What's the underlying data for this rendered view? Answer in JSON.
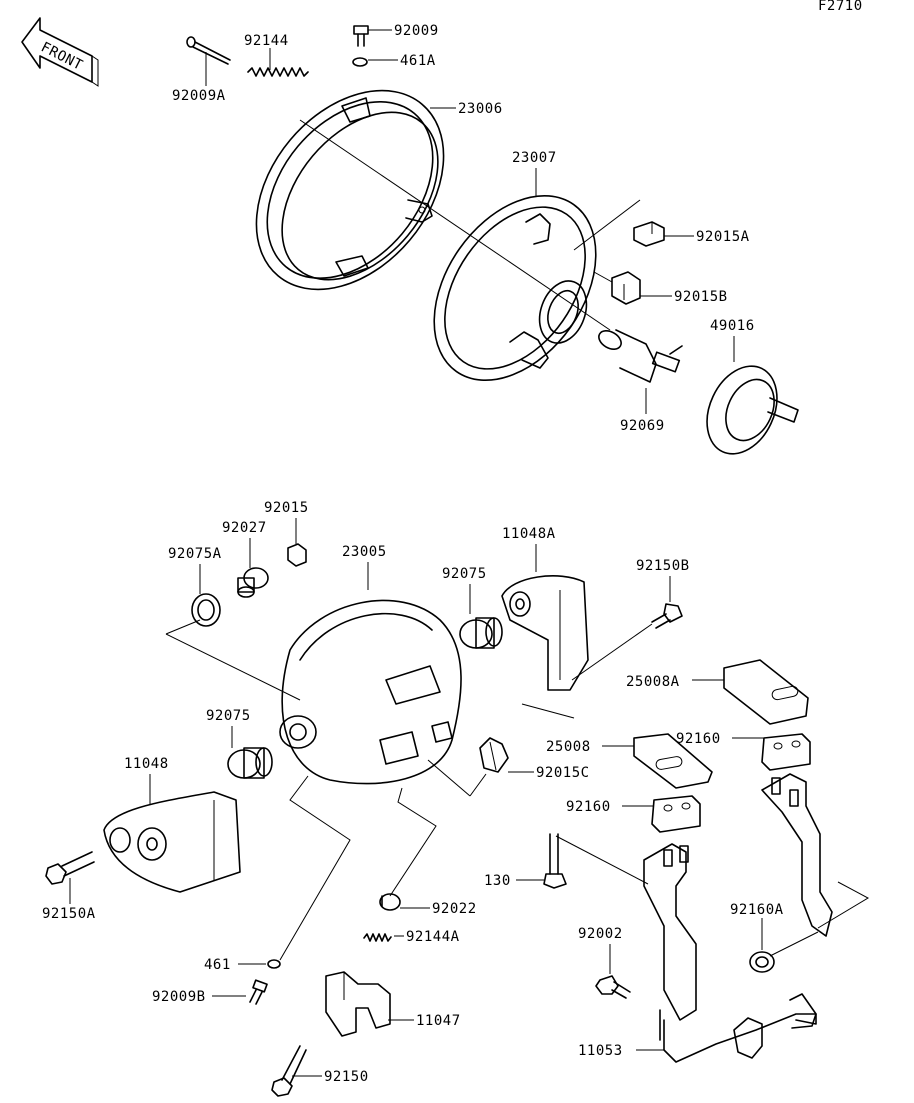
{
  "figure_code": "F2710",
  "front_label": "FRONT",
  "labels": {
    "p92009": "92009",
    "p92144": "92144",
    "p461A": "461A",
    "p92009A": "92009A",
    "p23006": "23006",
    "p23007": "23007",
    "p92015A": "92015A",
    "p92015B": "92015B",
    "p49016": "49016",
    "p92069": "92069",
    "p92015": "92015",
    "p92027": "92027",
    "p92075A": "92075A",
    "p23005": "23005",
    "p11048A": "11048A",
    "p92075a": "92075",
    "p92150B": "92150B",
    "p25008A": "25008A",
    "p92075b": "92075",
    "p11048": "11048",
    "p25008": "25008",
    "p92160a": "92160",
    "p92015C": "92015C",
    "p92160b": "92160",
    "p130": "130",
    "p92150A": "92150A",
    "p92022": "92022",
    "p92144A": "92144A",
    "p92160A": "92160A",
    "p92002": "92002",
    "p461": "461",
    "p92009B": "92009B",
    "p11047": "11047",
    "p11053": "11053",
    "p92150": "92150"
  }
}
